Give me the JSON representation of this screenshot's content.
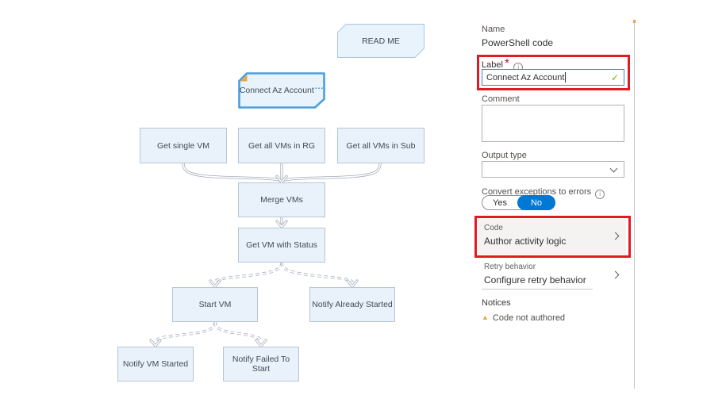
{
  "canvas": {
    "nodes": {
      "read_me": "READ ME",
      "connect_az_account": "Connect Az Account",
      "get_single_vm": "Get single VM",
      "get_all_vms_in_rg": "Get all VMs in RG",
      "get_all_vms_in_sub": "Get all VMs in Sub",
      "merge_vms": "Merge VMs",
      "get_vm_with_status": "Get VM with Status",
      "start_vm": "Start VM",
      "notify_already_started": "Notify Already Started",
      "notify_vm_started": "Notify VM Started",
      "notify_failed_to_start": "Notify Failed To Start"
    },
    "selected_node": "Connect Az Account",
    "selected_node_ellipsis": "..."
  },
  "panel": {
    "name": {
      "label": "Name",
      "value": "PowerShell code"
    },
    "label_field": {
      "label": "Label",
      "required_marker": "*",
      "value": "Connect Az Account"
    },
    "comment": {
      "label": "Comment",
      "value": ""
    },
    "output_type": {
      "label": "Output type",
      "value": ""
    },
    "convert_exceptions": {
      "label": "Convert exceptions to errors",
      "yes": "Yes",
      "no": "No",
      "selected": "No"
    },
    "code_item": {
      "title": "Code",
      "action": "Author activity logic"
    },
    "retry_item": {
      "title": "Retry behavior",
      "action": "Configure retry behavior"
    },
    "notices": {
      "label": "Notices",
      "warning": "Code not authored"
    }
  },
  "icons": {
    "info": "i",
    "check": "✓",
    "warning_triangle": "▲"
  },
  "colors": {
    "accent_blue": "#0078d4",
    "selected_node_border": "#4a9fdd",
    "node_fill": "#e9f2fa",
    "node_border": "#b7c6d3",
    "connector_gray": "#a2abb8",
    "callout_red": "#e01b24",
    "warning_orange": "#f0a33c",
    "check_green": "#6bb700"
  }
}
